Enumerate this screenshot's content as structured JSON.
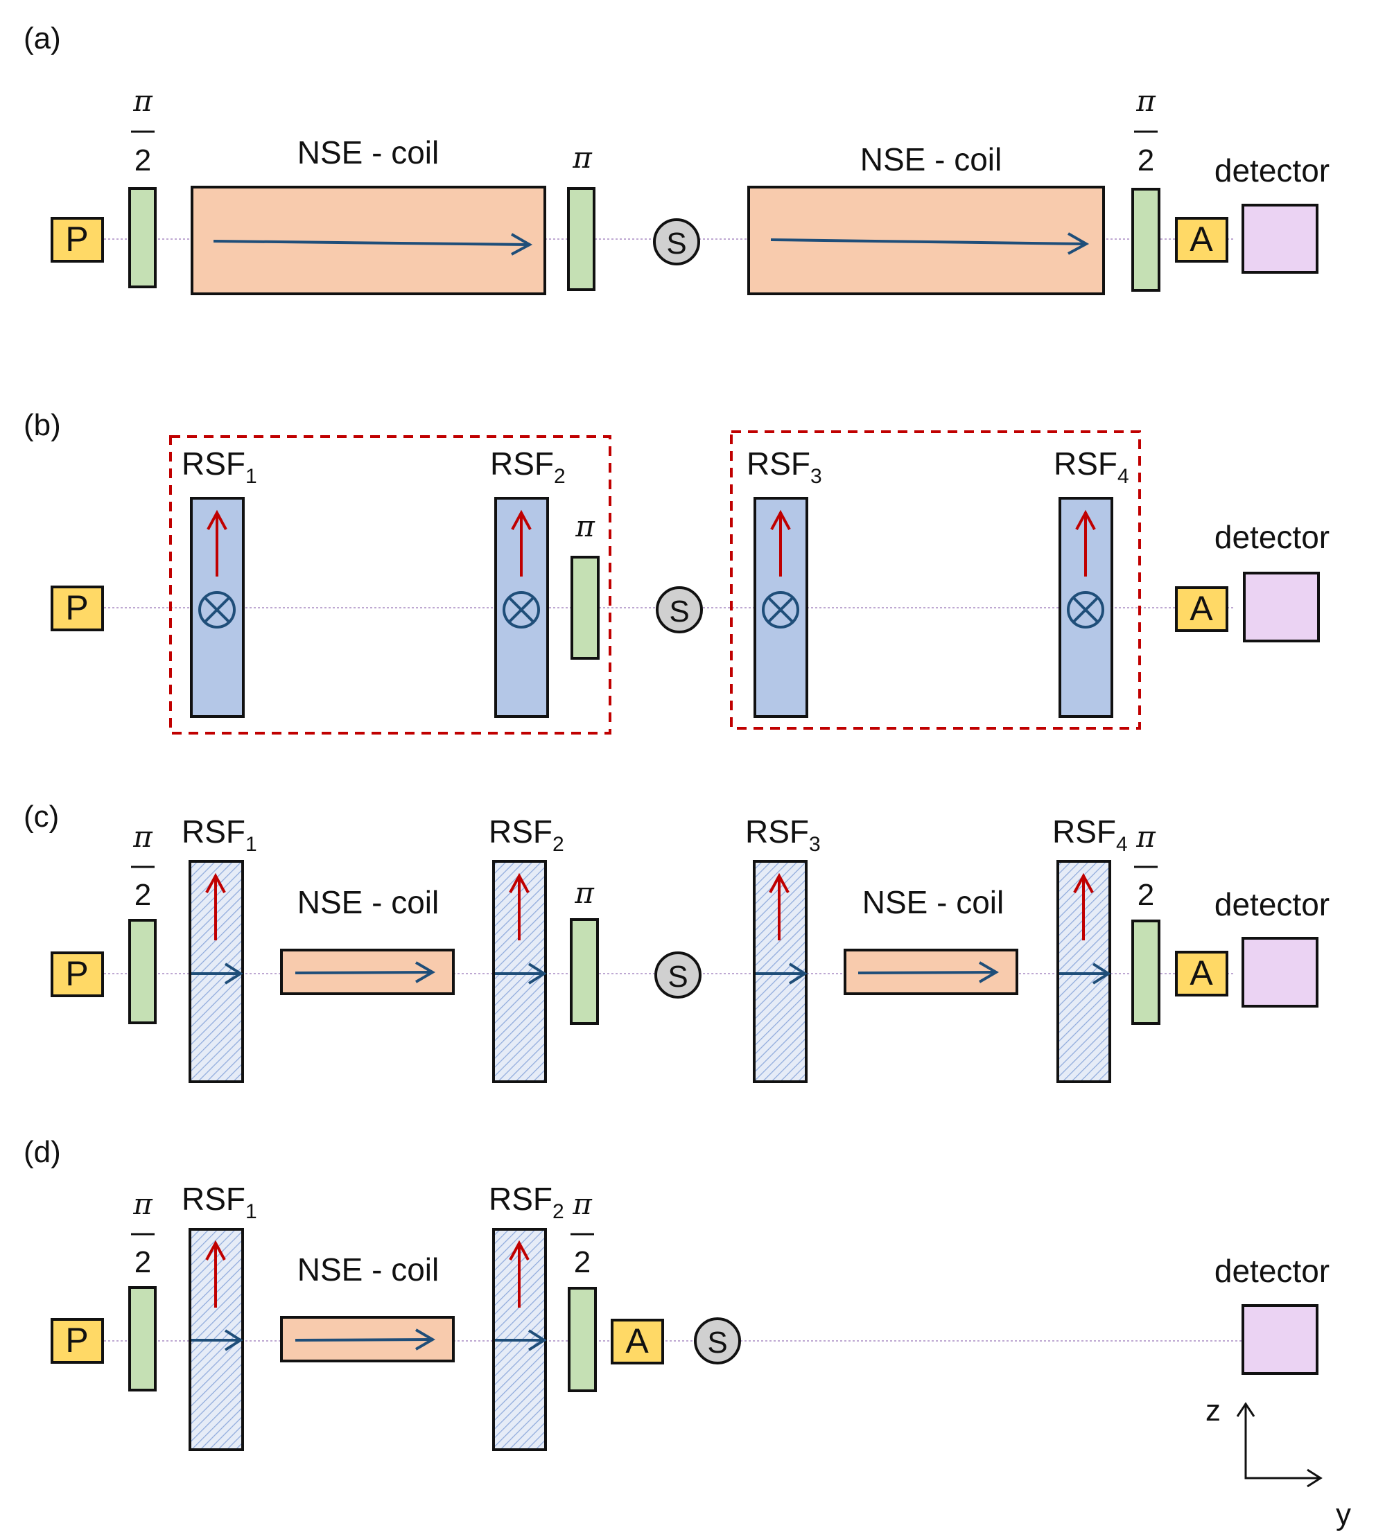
{
  "panels": {
    "a": {
      "label": "(a)"
    },
    "b": {
      "label": "(b)"
    },
    "c": {
      "label": "(c)"
    },
    "d": {
      "label": "(d)"
    }
  },
  "text": {
    "pi": "π",
    "two": "2",
    "nse_coil": "NSE - coil",
    "detector": "detector",
    "polarizer": "P",
    "analyzer": "A",
    "sample": "S",
    "rsf": "RSF",
    "sub1": "1",
    "sub2": "2",
    "sub3": "3",
    "sub4": "4",
    "axis_z": "z",
    "axis_y": "y"
  },
  "colors": {
    "flipper": "#c5e0b4",
    "nse_coil": "#f8cbad",
    "rsf": "#b4c7e7",
    "polarizer_analyzer": "#ffd966",
    "detector": "#ebd3f3",
    "sample": "#d0d0d0",
    "field_arrow": "#1f4e79",
    "rf_arrow": "#c00000",
    "dashed_frame": "#c00000"
  }
}
